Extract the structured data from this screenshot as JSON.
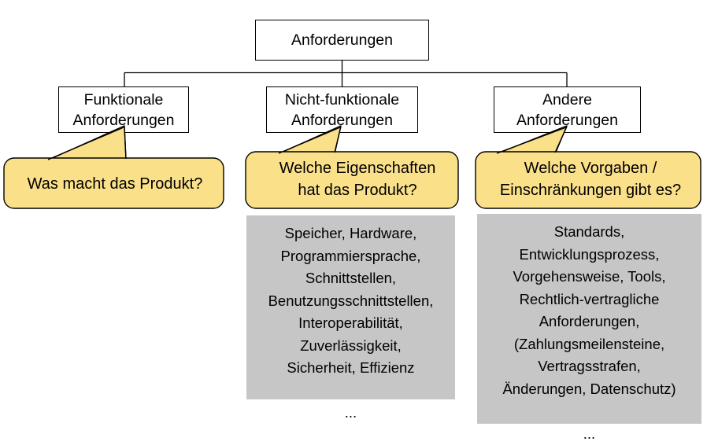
{
  "diagram": {
    "title": "Anforderungen Klassifikation",
    "colors": {
      "callout_fill": "#fbe08a",
      "callout_stroke": "#000000",
      "detail_fill": "#c6c6c6",
      "node_fill": "#ffffff",
      "node_stroke": "#000000",
      "connector_stroke": "#000000"
    },
    "root": {
      "label": "Anforderungen"
    },
    "branches": [
      {
        "id": "functional",
        "label": "Funktionale\nAnforderungen",
        "callout": "Was macht das Produkt?",
        "details": null
      },
      {
        "id": "nonfunctional",
        "label": "Nicht-funktionale\nAnforderungen",
        "callout": "Welche Eigenschaften\nhat das Produkt?",
        "details": "Speicher, Hardware,\nProgrammiersprache,\nSchnittstellen,\nBenutzungsschnittstellen,\nInteroperabilität,\nZuverlässigkeit,\nSicherheit, Effizienz\n\n..."
      },
      {
        "id": "other",
        "label": "Andere\nAnforderungen",
        "callout": "Welche Vorgaben /\nEinschränkungen gibt es?",
        "details": "Standards,\nEntwicklungsprozess,\nVorgehensweise, Tools,\nRechtlich-vertragliche\nAnforderungen,\n(Zahlungsmeilensteine,\nVertragsstrafen,\nÄnderungen, Datenschutz)\n\n..."
      }
    ]
  }
}
